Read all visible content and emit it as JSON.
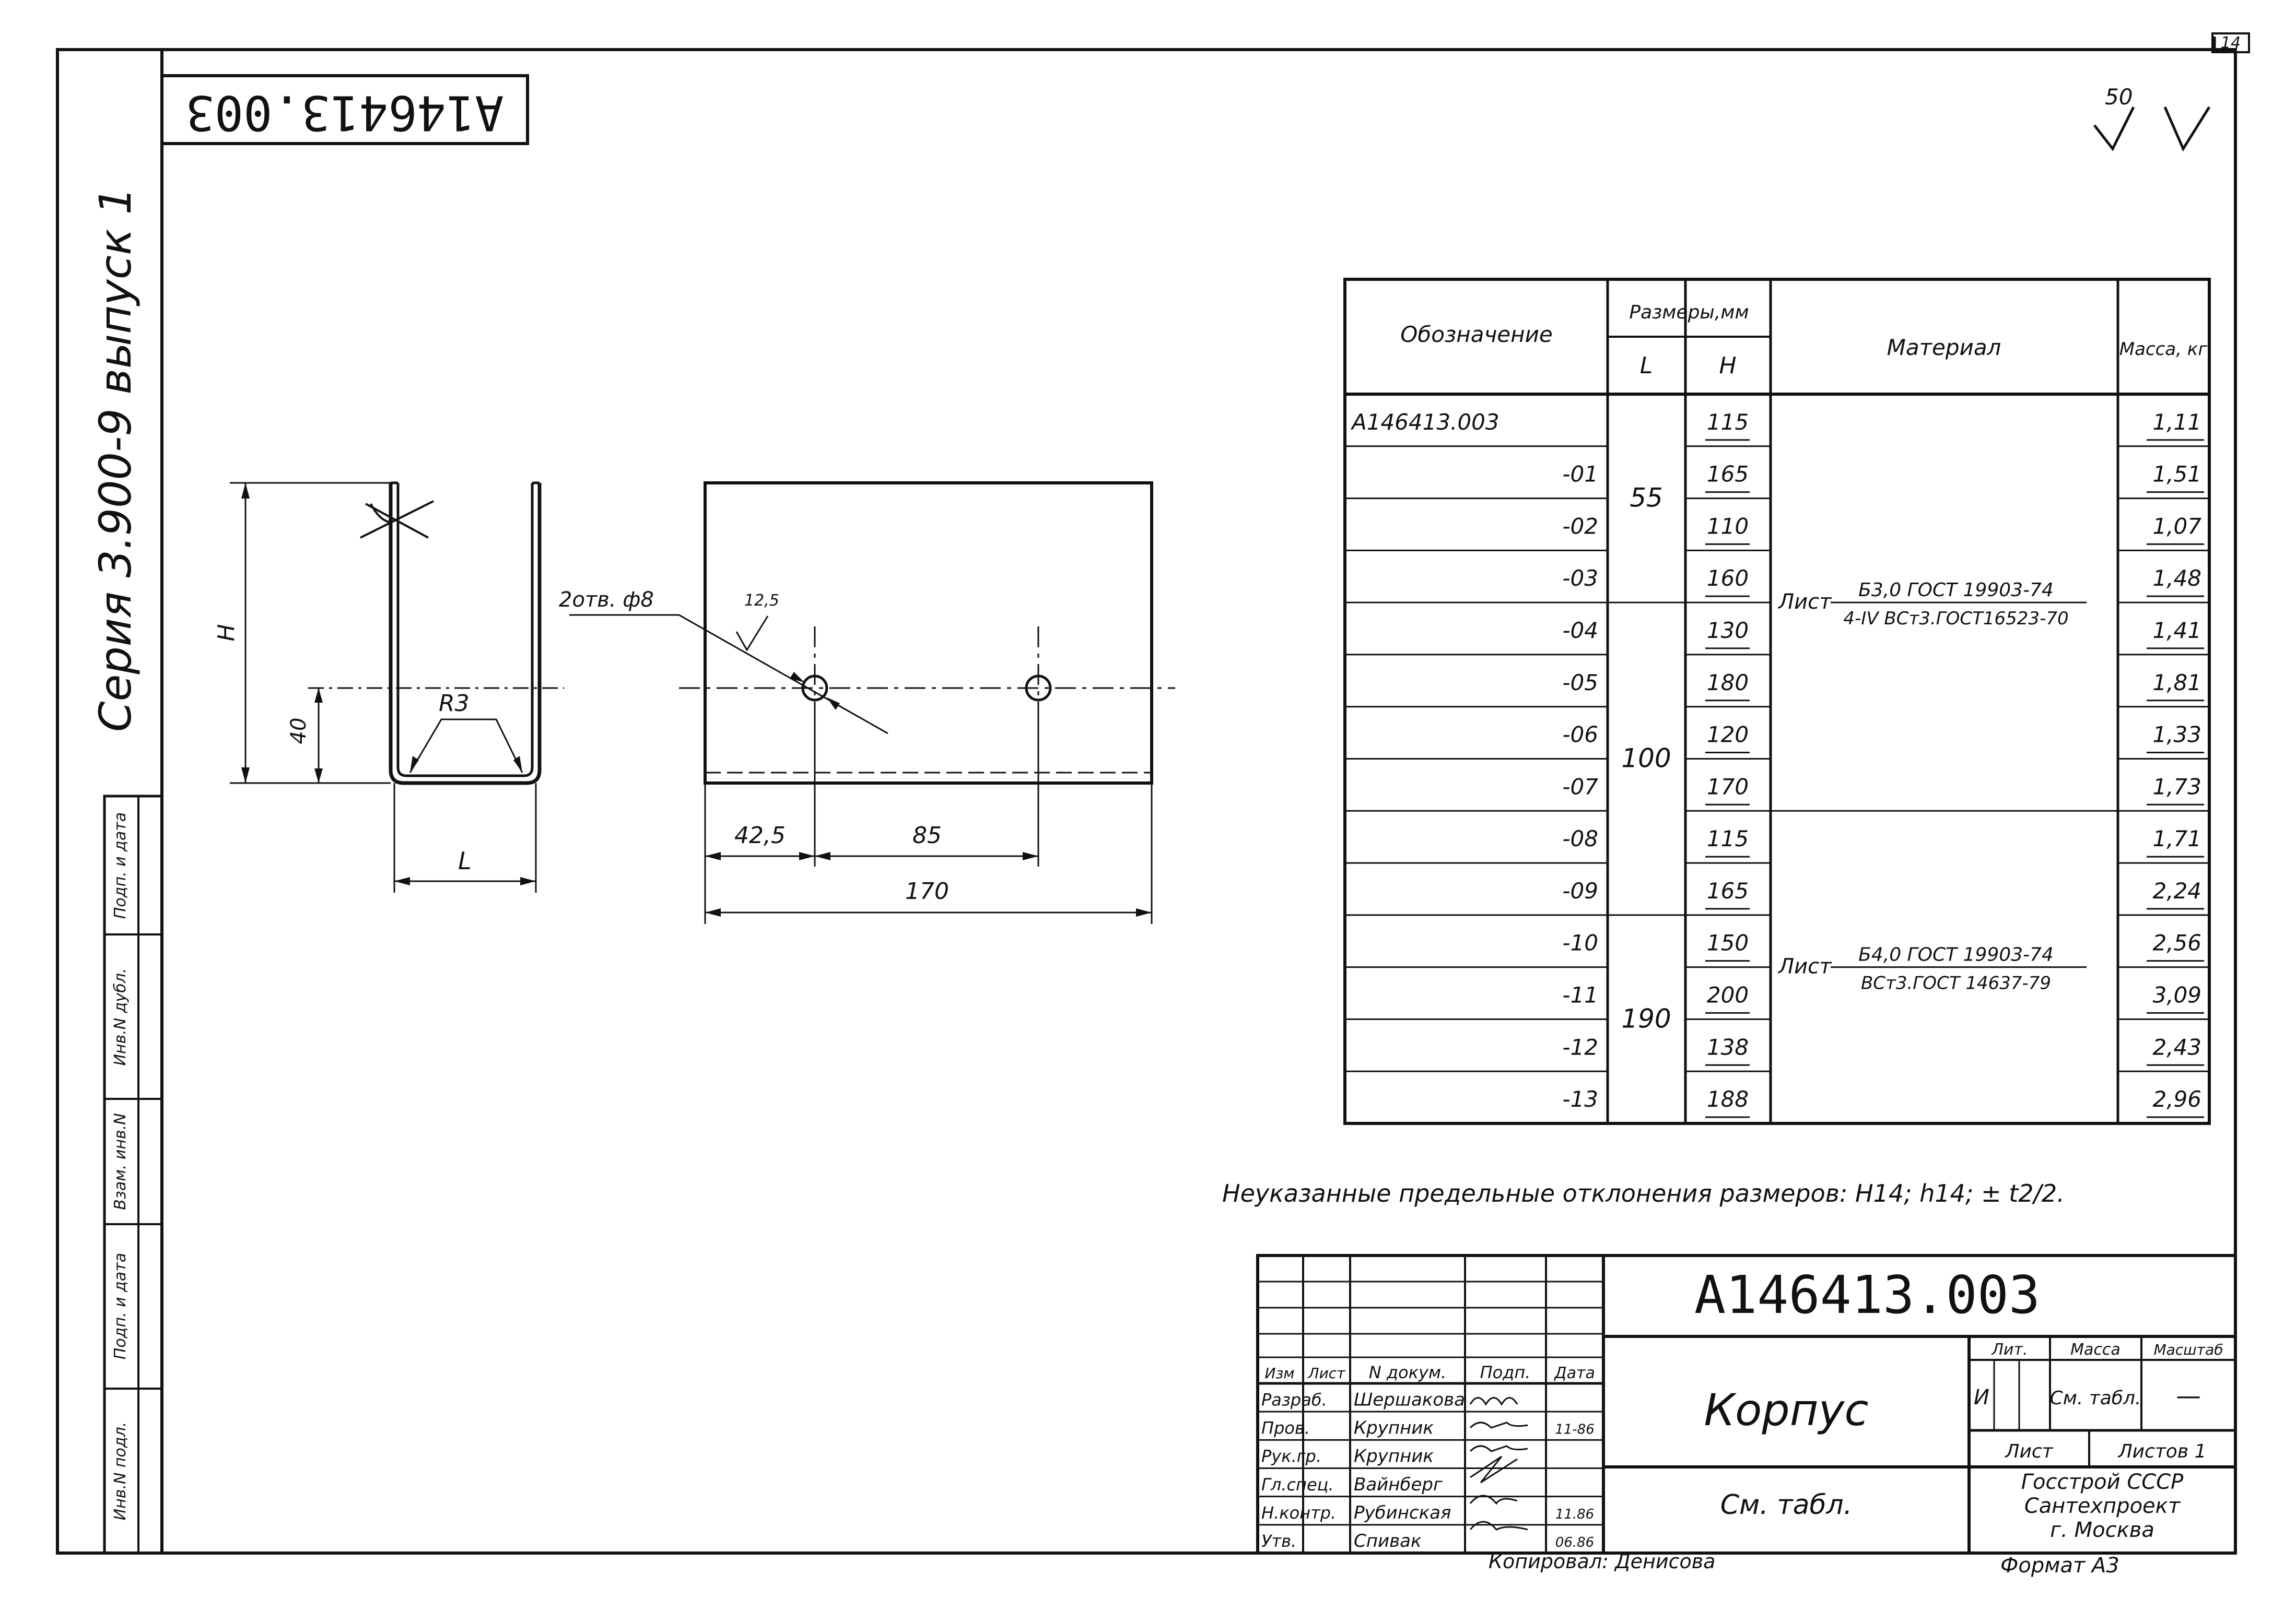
{
  "sheet": {
    "sheet_no": "14",
    "top_stamp": "A146413.003",
    "series_text": "Серия 3.900-9 выпуск 1",
    "roughness": "50",
    "copied_by": "Копировал: Денисова",
    "format": "Формат А3"
  },
  "drawing": {
    "label_h": "H",
    "label_40": "40",
    "label_r3": "R3",
    "label_l": "L",
    "holes_note": "2отв. ф8",
    "label_12_5": "12,5",
    "dim_42_5": "42,5",
    "dim_85": "85",
    "dim_170": "170"
  },
  "left_strip": [
    "Инв.N подл.",
    "Подп. и дата",
    "Взам. инв.N",
    "Инв.N дубл.",
    "Подп. и дата"
  ],
  "spec_table": {
    "headers": {
      "designation": "Обозначение",
      "sizes": "Размеры,мм",
      "l": "L",
      "h": "H",
      "material": "Материал",
      "mass": "Масса, кг"
    },
    "rows": [
      {
        "designation": "A146413.003",
        "h": "115",
        "mass": "1,11"
      },
      {
        "designation": "-01",
        "h": "165",
        "mass": "1,51"
      },
      {
        "designation": "-02",
        "h": "110",
        "mass": "1,07"
      },
      {
        "designation": "-03",
        "h": "160",
        "mass": "1,48"
      },
      {
        "designation": "-04",
        "h": "130",
        "mass": "1,41"
      },
      {
        "designation": "-05",
        "h": "180",
        "mass": "1,81"
      },
      {
        "designation": "-06",
        "h": "120",
        "mass": "1,33"
      },
      {
        "designation": "-07",
        "h": "170",
        "mass": "1,73"
      },
      {
        "designation": "-08",
        "h": "115",
        "mass": "1,71"
      },
      {
        "designation": "-09",
        "h": "165",
        "mass": "2,24"
      },
      {
        "designation": "-10",
        "h": "150",
        "mass": "2,56"
      },
      {
        "designation": "-11",
        "h": "200",
        "mass": "3,09"
      },
      {
        "designation": "-12",
        "h": "138",
        "mass": "2,43"
      },
      {
        "designation": "-13",
        "h": "188",
        "mass": "2,96"
      }
    ],
    "l_groups": [
      {
        "value": "55"
      },
      {
        "value": "100"
      },
      {
        "value": "190"
      }
    ],
    "materials": [
      {
        "prefix": "Лист",
        "numerator": "Б3,0 ГОСТ 19903-74",
        "denominator": "4-IV ВСт3.ГОСТ16523-70"
      },
      {
        "prefix": "Лист",
        "numerator": "Б4,0 ГОСТ 19903-74",
        "denominator": "ВСт3.ГОСТ 14637-79"
      }
    ]
  },
  "tolerance_note": "Неуказанные предельные отклонения размеров: H14; h14; ± t2/2.",
  "title_block": {
    "doc_number": "A146413.003",
    "part_name": "Корпус",
    "material_ref": "См. табл.",
    "col_headers": {
      "izm": "Изм",
      "list": "Лист",
      "doc": "N докум.",
      "sign": "Подп.",
      "date": "Дата"
    },
    "roles": [
      {
        "role": "Разраб.",
        "name": "Шершакова",
        "date": ""
      },
      {
        "role": "Пров.",
        "name": "Крупник",
        "date": "11-86"
      },
      {
        "role": "Рук.гр.",
        "name": "Крупник",
        "date": ""
      },
      {
        "role": "Гл.спец.",
        "name": "Вайнберг",
        "date": ""
      },
      {
        "role": "Н.контр.",
        "name": "Рубинская",
        "date": "11.86"
      },
      {
        "role": "Утв.",
        "name": "Спивак",
        "date": "06.86"
      }
    ],
    "lit_label": "Лит.",
    "lit_value": "И",
    "mass_label": "Масса",
    "mass_value": "См. табл.",
    "scale_label": "Масштаб",
    "scale_value": "—",
    "sheet_label": "Лист",
    "sheets_label": "Листов 1",
    "org": [
      "Госстрой СССР",
      "Сантехпроект",
      "г. Москва"
    ]
  }
}
